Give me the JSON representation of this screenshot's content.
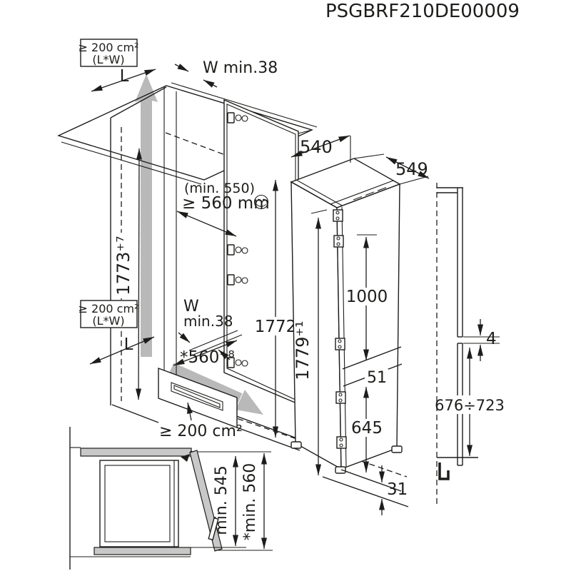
{
  "title": "PSGBRF210DE00009",
  "colors": {
    "line": "#1d1d1b",
    "airflow_gray": "#b9b9b9",
    "panel_gray": "#c8c8c8"
  },
  "niche_view": {
    "vent_area_top": {
      "line1": "≥ 200 cm²",
      "line2": "(L*W)"
    },
    "vent_area_mid": {
      "line1": "≥ 200 cm²",
      "line2": "(L*W)"
    },
    "vent_area_bottom": "≥ 200 cm²",
    "length_label_top": "L",
    "length_label_bottom": "L",
    "wall_clearance_top": "W min.38",
    "wall_clearance_mid_line1": "W",
    "wall_clearance_mid_line2": "min.38",
    "niche_depth_note_line1": "(min. 550)",
    "niche_depth_note_line2": "≥ 560 mm",
    "niche_height": "1773⁺⁷",
    "furniture_door_height": "1772",
    "niche_width": "*560⁺⁸"
  },
  "appliance_view": {
    "width_top": "540",
    "depth_top": "549",
    "total_height": "1779⁺¹",
    "upper_door_height": "1000",
    "door_gap": "51",
    "lower_door_height": "645",
    "base_height": "31"
  },
  "side_view": {
    "panel_gap": "4",
    "lower_panel_range": "676÷723"
  },
  "plan_view": {
    "depth_without_door": "min. 545",
    "depth_with_door": "*min. 560"
  }
}
